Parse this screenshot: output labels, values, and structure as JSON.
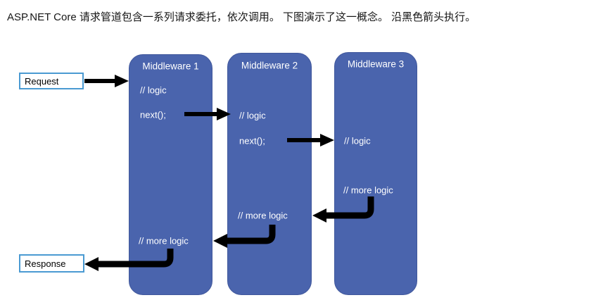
{
  "page": {
    "intro_text": "ASP.NET Core 请求管道包含一系列请求委托，依次调用。 下图演示了这一概念。 沿黑色箭头执行。"
  },
  "diagram": {
    "request_label": "Request",
    "response_label": "Response",
    "middlewares": [
      {
        "title": "Middleware 1",
        "line_logic": "// logic",
        "line_next": "next();",
        "line_more_logic": "// more logic"
      },
      {
        "title": "Middleware 2",
        "line_logic": "// logic",
        "line_next": "next();",
        "line_more_logic": "// more logic"
      },
      {
        "title": "Middleware 3",
        "line_logic": "// logic",
        "line_more_logic": "// more logic"
      }
    ],
    "colors": {
      "middleware_fill": "#4a64ad",
      "middleware_text": "#ffffff",
      "endpoint_border": "#4a9ad2",
      "arrow": "#000000"
    }
  }
}
